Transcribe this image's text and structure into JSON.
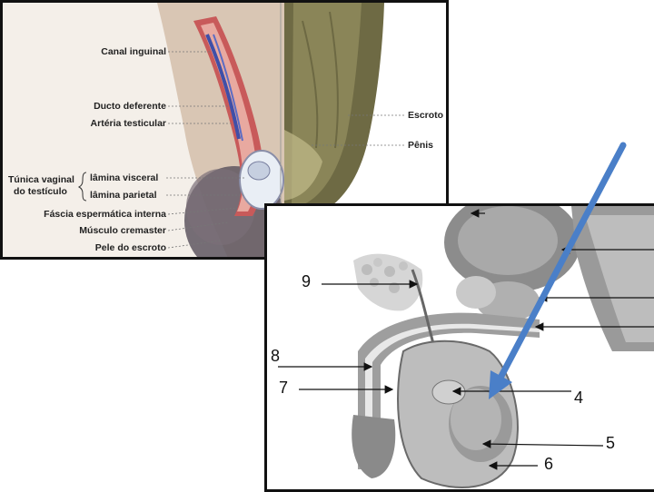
{
  "left_labels": {
    "canal_inguinal": "Canal inguinal",
    "ducto_deferente": "Ducto deferente",
    "arteria_testicular": "Artéria testicular",
    "tunica_line1": "Túnica vaginal",
    "tunica_line2": "do testículo",
    "lamina_visceral": "lâmina visceral",
    "lamina_parietal": "lâmina parietal",
    "fascia": "Fáscia  espermática interna",
    "musculo": "Músculo cremaster",
    "pele": "Pele do escroto"
  },
  "right_labels": {
    "escroto": "Escroto",
    "penis": "Pênis"
  },
  "numbers": [
    "9",
    "8",
    "7",
    "4",
    "5",
    "6"
  ],
  "colors": {
    "pointer_arrow": "#4a7fc8",
    "skin": "#c9a27e",
    "scrotum": "#6e6a44"
  }
}
